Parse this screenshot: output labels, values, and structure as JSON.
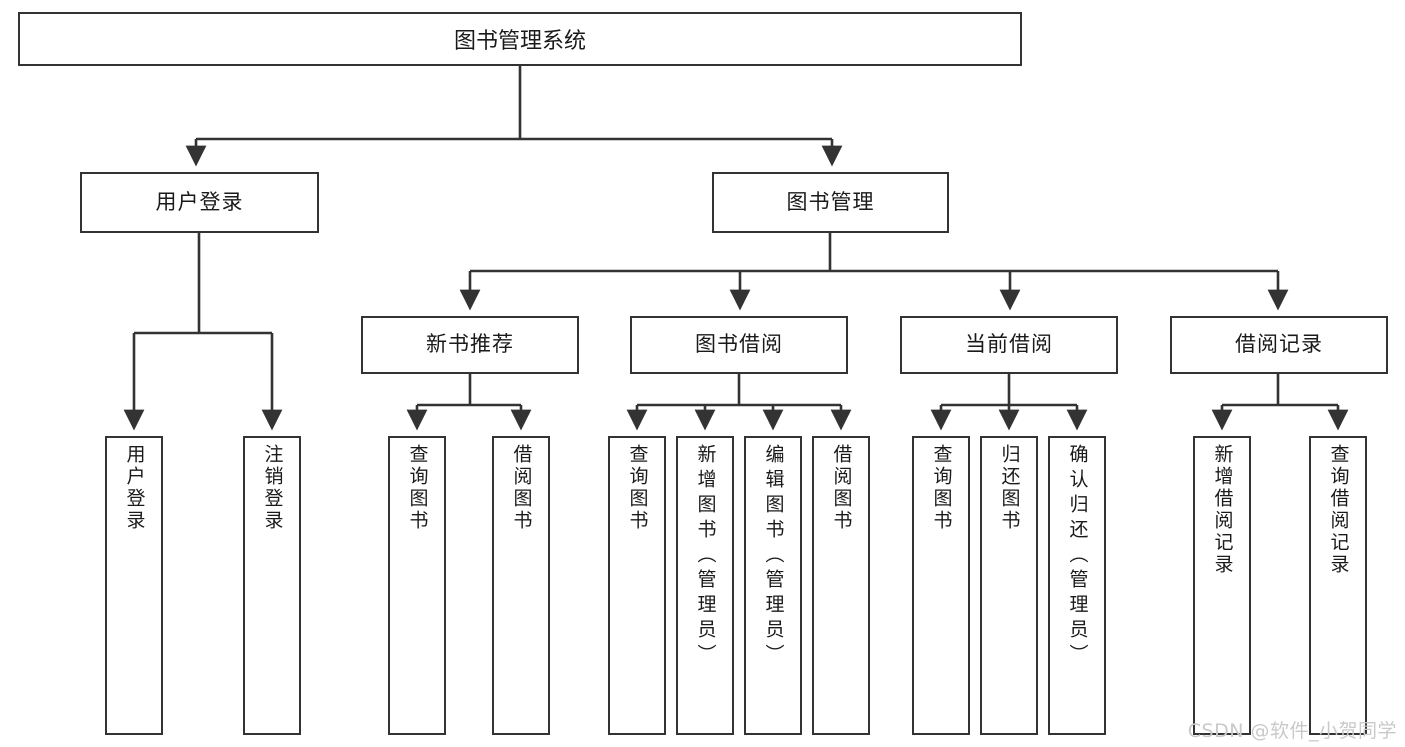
{
  "diagram": {
    "title": "图书管理系统",
    "type": "functional-hierarchy-tree",
    "watermark": "CSDN @软件_小贺同学",
    "colors": {
      "stroke": "#333333",
      "fill": "#ffffff",
      "text": "#1a1a1a",
      "watermark": "#c9c9c9",
      "background": "#ffffff"
    }
  },
  "nodes": {
    "root": {
      "label": "图书管理系统"
    },
    "level2": [
      {
        "label": "用户登录"
      },
      {
        "label": "图书管理"
      }
    ],
    "level3": [
      {
        "label": "新书推荐"
      },
      {
        "label": "图书借阅"
      },
      {
        "label": "当前借阅"
      },
      {
        "label": "借阅记录"
      }
    ],
    "leaves": {
      "user_login": [
        {
          "label": "用户登录"
        },
        {
          "label": "注销登录"
        }
      ],
      "new_book": [
        {
          "label": "查询图书"
        },
        {
          "label": "借阅图书"
        }
      ],
      "book_borrow": [
        {
          "label": "查询图书"
        },
        {
          "label": "新增图书（管理员）"
        },
        {
          "label": "编辑图书（管理员）"
        },
        {
          "label": "借阅图书"
        }
      ],
      "current_borrow": [
        {
          "label": "查询图书"
        },
        {
          "label": "归还图书"
        },
        {
          "label": "确认归还（管理员）"
        }
      ],
      "borrow_record": [
        {
          "label": "新增借阅记录"
        },
        {
          "label": "查询借阅记录"
        }
      ]
    }
  }
}
